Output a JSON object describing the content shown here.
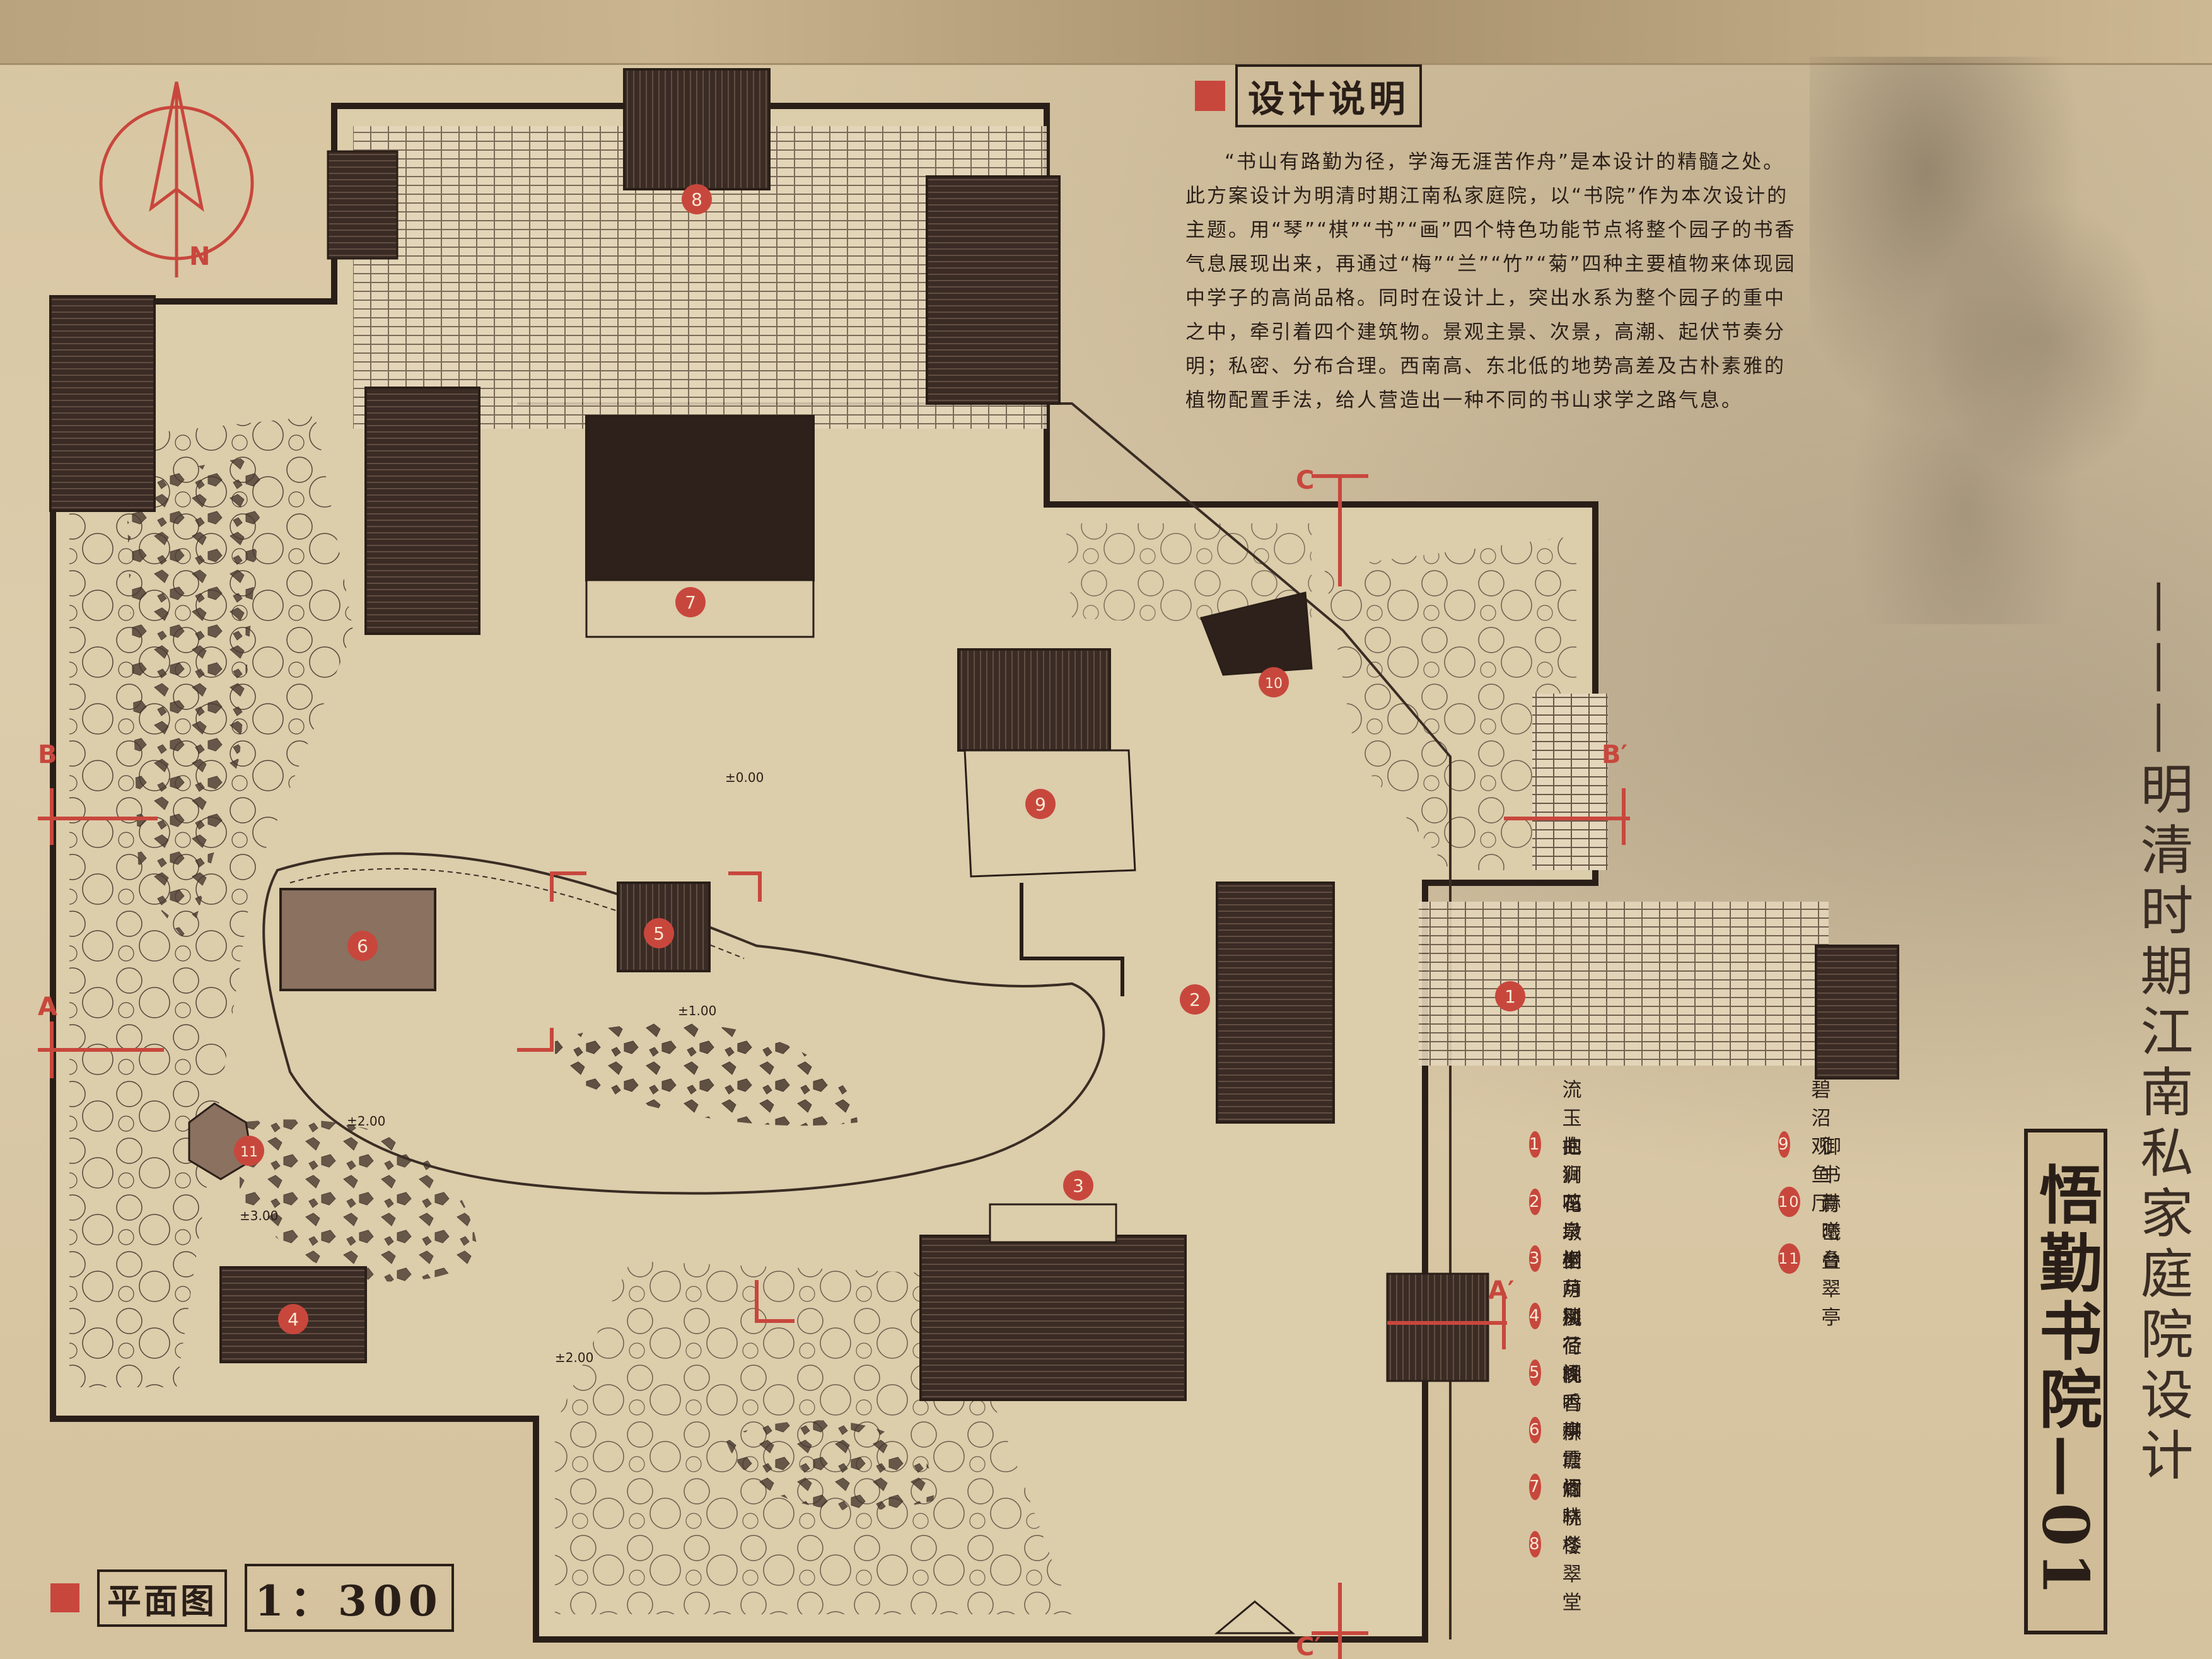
{
  "design_notes": {
    "title": "设计说明",
    "body": "“书山有路勤为径，学海无涯苦作舟”是本设计的精髓之处。此方案设计为明清时期江南私家庭院，以“书院”作为本次设计的主题。用“琴”“棋”“书”“画”四个特色功能节点将整个园子的书香气息展现出来，再通过“梅”“兰”“竹”“菊”四种主要植物来体现园中学子的高尚品格。同时在设计上，突出水系为整个园子的重中之中，牵引着四个建筑物。景观主景、次景，高潮、起伏节奏分明；私密、分布合理。西南高、东北低的地势高差及古朴素雅的植物配置手法，给人营造出一种不同的书山求学之路气息。"
  },
  "plan": {
    "label": "平面图",
    "scale": "1：300",
    "north": "N",
    "elevations": [
      "±0.00",
      "±1.00",
      "±2.00",
      "±3.00",
      "±2.00"
    ],
    "sections": {
      "a": "A",
      "a2": "A′",
      "b": "B",
      "b2": "B′",
      "c": "C",
      "c2": "C′"
    },
    "markers": [
      "1",
      "2",
      "3",
      "4",
      "5",
      "6",
      "7",
      "8",
      "9",
      "10",
      "11"
    ]
  },
  "legend": {
    "left": [
      {
        "num": "1",
        "name": "流玉抱狮石"
      },
      {
        "num": "2",
        "name": "曲涧鸣泉榭"
      },
      {
        "num": "3",
        "name": "花墩坐月楼"
      },
      {
        "num": "4",
        "name": "桐荫别径阁"
      },
      {
        "num": "5",
        "name": "风荷晚香亭"
      },
      {
        "num": "6",
        "name": "桃鸣烘霞阁"
      },
      {
        "num": "7",
        "name": "柳塘烟晓楼"
      },
      {
        "num": "8",
        "name": "竹林冬翠堂"
      }
    ],
    "right": [
      {
        "num": "9",
        "name": "碧沼观鱼厅"
      },
      {
        "num": "10",
        "name": "御书赫曦台"
      },
      {
        "num": "11",
        "name": "青峦叠翠亭"
      }
    ]
  },
  "title": {
    "main": "悟勤书院—01",
    "subtitle": "———明清时期江南私家庭院设计"
  },
  "colors": {
    "accent_red": "#c8473d",
    "ink": "#2a1f18",
    "paper": "#d9c9a8",
    "roof": "#3b2b25"
  }
}
